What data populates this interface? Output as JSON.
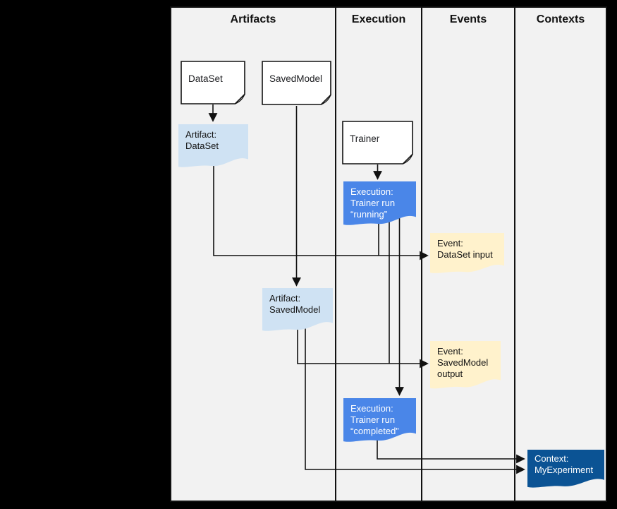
{
  "diagram": {
    "columns": [
      {
        "label": "Artifacts"
      },
      {
        "label": "Execution"
      },
      {
        "label": "Events"
      },
      {
        "label": "Contexts"
      }
    ],
    "nodes": {
      "dataset_doc": {
        "label": "DataSet"
      },
      "savedmodel_doc": {
        "label": "SavedModel"
      },
      "trainer_doc": {
        "label": "Trainer"
      },
      "artifact_dataset": {
        "lines": [
          "Artifact:",
          "DataSet"
        ]
      },
      "execution_running": {
        "lines": [
          "Execution:",
          "Trainer run",
          "“running”"
        ]
      },
      "event_dataset_input": {
        "lines": [
          "Event:",
          "DataSet input"
        ]
      },
      "artifact_savedmodel": {
        "lines": [
          "Artifact:",
          "SavedModel"
        ]
      },
      "event_savedmodel_output": {
        "lines": [
          "Event:",
          "SavedModel",
          "output"
        ]
      },
      "execution_completed": {
        "lines": [
          "Execution:",
          "Trainer run",
          "“completed”"
        ]
      },
      "context_myexperiment": {
        "lines": [
          "Context:",
          "MyExperiment"
        ]
      }
    },
    "colors": {
      "artifact_fill": "#cfe2f3",
      "execution_fill": "#4a86e8",
      "event_fill": "#fff2cc",
      "context_fill": "#0b5394",
      "doc_fill": "#ffffff",
      "line": "#111111"
    }
  }
}
